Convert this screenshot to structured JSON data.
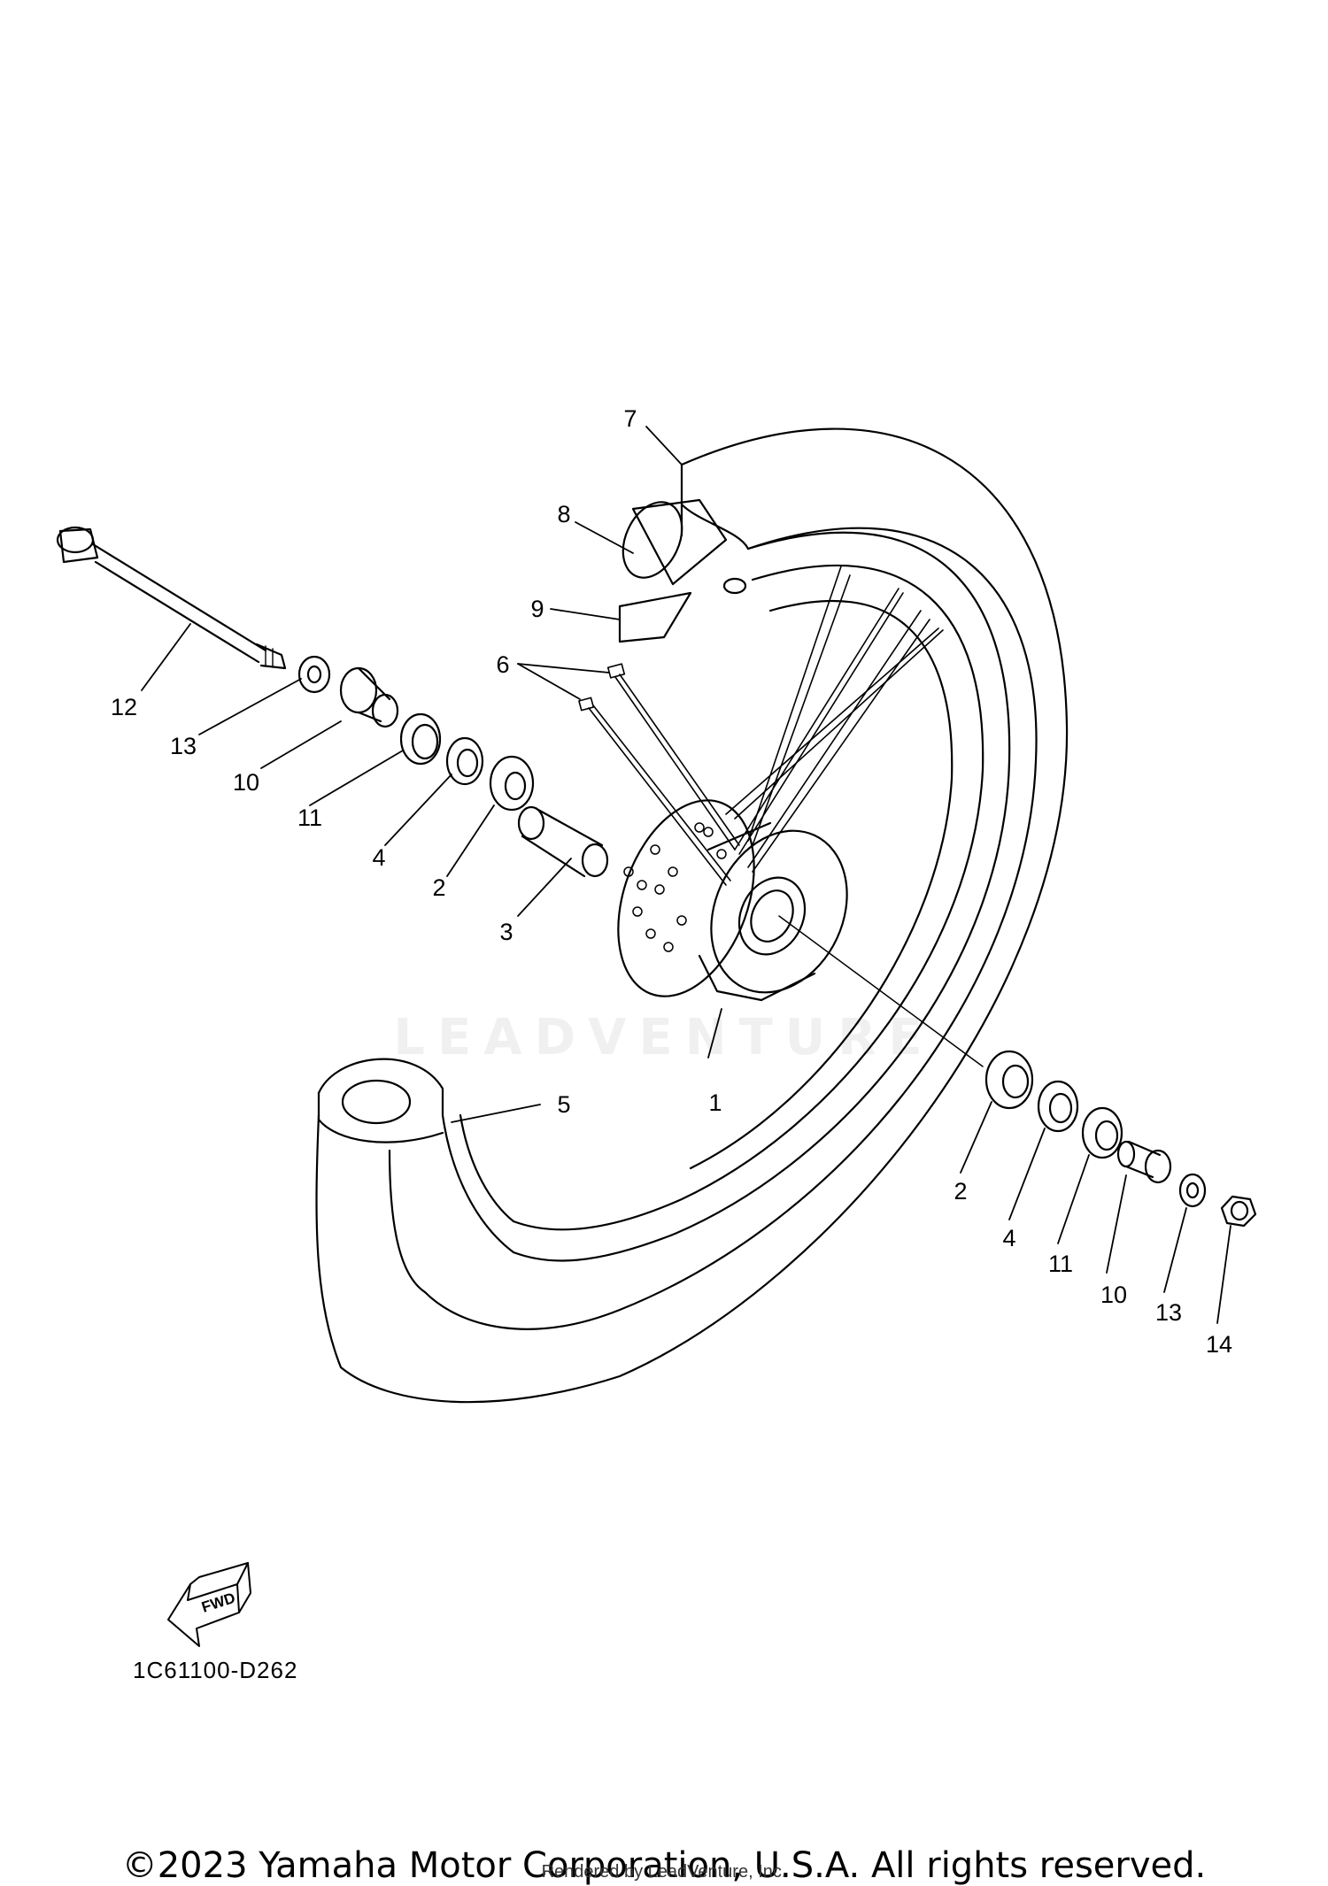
{
  "diagram": {
    "watermark_text": "LEADVENTURE",
    "fwd_label": "FWD",
    "diagram_code": "1C61100-D262",
    "callouts": [
      "7",
      "8",
      "9",
      "6",
      "12",
      "13",
      "10",
      "11",
      "4",
      "2",
      "3",
      "1",
      "5",
      "2",
      "4",
      "11",
      "10",
      "13",
      "14"
    ]
  },
  "footer": {
    "copyright": "©2023 Yamaha Motor Corporation, U.S.A. All rights reserved.",
    "rendered_by": "Rendered by LeadVenture, Inc."
  }
}
